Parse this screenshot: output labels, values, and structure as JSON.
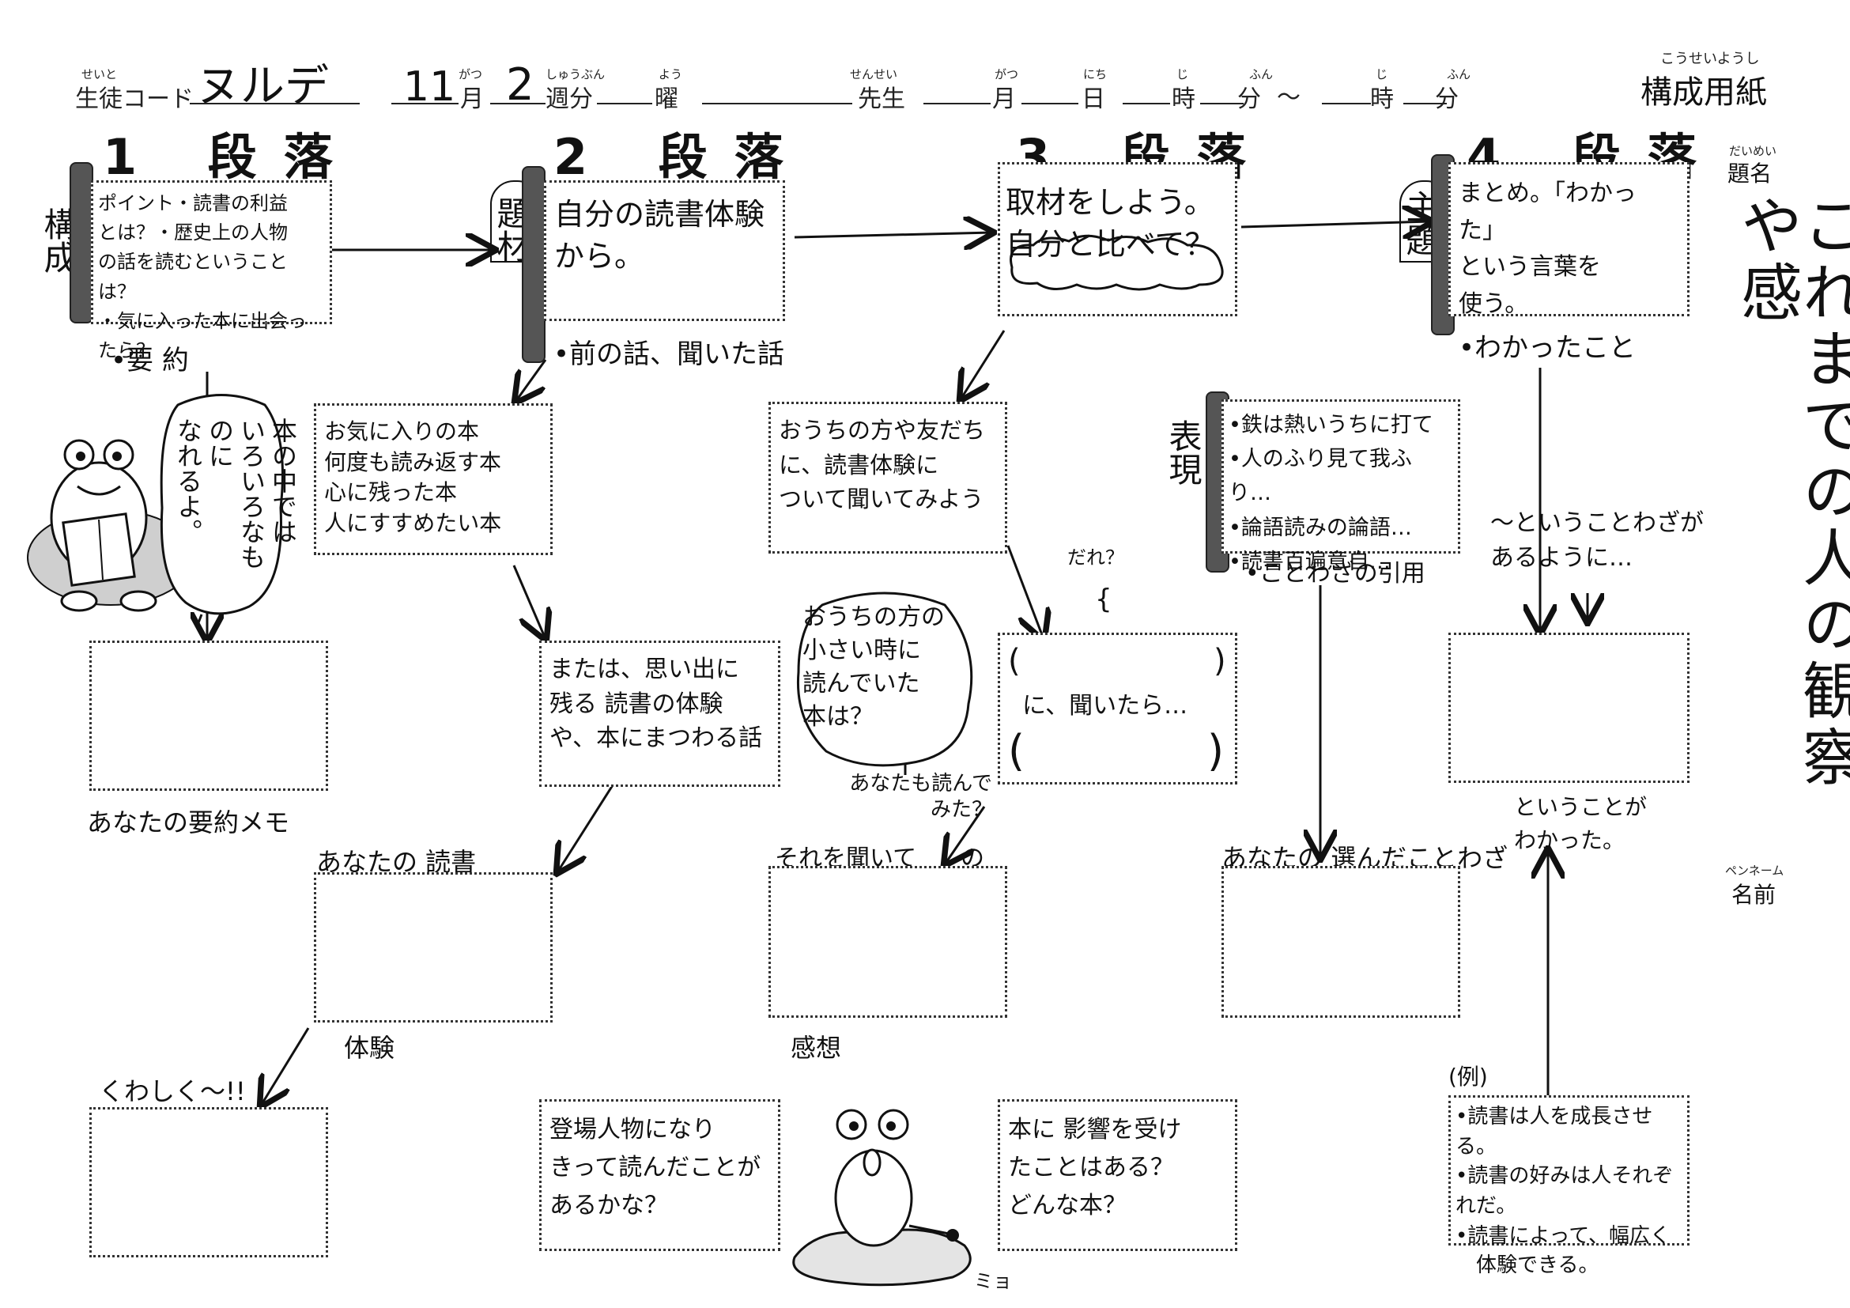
{
  "header": {
    "seito_ruby": "せいと",
    "seito_code_label": "生徒コード",
    "student_code": "ヌルデ",
    "gatsu_ruby": "がつ",
    "month_value": "11",
    "month_label": "月",
    "shuubun_ruby": "しゅうぶん",
    "week_value": "2",
    "week_label": "週分",
    "you_ruby": "よう",
    "weekday_label": "曜",
    "sensei_ruby": "せんせい",
    "teacher_label": "先生",
    "gatsu2_ruby": "がつ",
    "month2_label": "月",
    "nichi_ruby": "にち",
    "day_label": "日",
    "ji_ruby": "じ",
    "hour_label": "時",
    "fun_ruby": "ふん",
    "minute_label": "分",
    "tilde": "～",
    "ji2_ruby": "じ",
    "hour2_label": "時",
    "fun2_ruby": "ふん",
    "minute2_label": "分",
    "sheet_ruby": "こうせいようし",
    "sheet_title": "構成用紙"
  },
  "side": {
    "daimei_ruby": "だいめい",
    "title_label": "題名",
    "title_value": "これまでの人の観察や感",
    "penname_ruby": "ペンネーム",
    "name_label": "名前"
  },
  "paragraphs": [
    {
      "number": "1",
      "label": "段落"
    },
    {
      "number": "2",
      "label": "段落"
    },
    {
      "number": "3",
      "label": "段落"
    },
    {
      "number": "4",
      "label": "段落"
    }
  ],
  "col1": {
    "side_label": "構成",
    "main_text": "ポイント・読書の利益\nとは？・歴史上の人物\nの話を読むということは？\n・気に入った本に出会ったら？",
    "bullet": "•要 約",
    "bubble": "本の中では\nいろいろなものに\nなれるよ。",
    "caption_memo": "あなたの要約メモ",
    "caption_detail": "くわしく～!!"
  },
  "col2": {
    "side_label": "題材",
    "main_text": "自分の読書体験\nから。",
    "bullet": "•前の話、聞いた話",
    "sub_text": "お気に入りの本\n何度も読み返す本\n心に残った本\n人にすすめたい本",
    "sub2_text": "または、思い出に\n残る 読書の体験\nや、本にまつわる話",
    "caption_reading_1": "あなたの 読書",
    "caption_reading_2": "体験",
    "bottom_text": "登場人物になり\nきって読んだことが\nあるかな？"
  },
  "col3": {
    "cloud_text": "取材をしよう。\n自分と比べて？",
    "sub_text": "おうちの方や友だち\nに、読書体験に\nついて聞いてみよう",
    "who": "だれ？",
    "bracket": "{",
    "ask_text": "に、聞いたら…",
    "bubble": "おうちの方の\n小さい時に\n読んでいた\n本は？",
    "bubble_after": "あなたも読んで\nみた？",
    "caption_1": "それを聞いて",
    "caption_2": "の",
    "caption_3": "感想",
    "bottom_text": "本に 影響を受け\nたことはある？\nどんな本？",
    "frog_sound": "ミョ"
  },
  "col4": {
    "side_label": "表現",
    "proverbs": "•鉄は熱いうちに打て\n•人のふり見て我ふり…\n•論語読みの論語…\n•読書百遍意自…",
    "bullet": "•ことわざの引用",
    "caption": "あなたの 選んだことわざ"
  },
  "col5": {
    "side_label": "主題",
    "main_text": "まとめ。「わかった」\nという言葉を\n使う。",
    "bullet": "•わかったこと",
    "mid_text": "～ということわざが\nあるように…",
    "after_text": "ということが\nわかった。",
    "example_label": "(例)",
    "examples": "•読書は人を成長させる。\n•読書の好みは人それぞれだ。\n•読書によって、幅広く\n　体験できる。"
  },
  "colors": {
    "ink": "#111111",
    "bar": "#555555",
    "box_border": "#333333"
  }
}
